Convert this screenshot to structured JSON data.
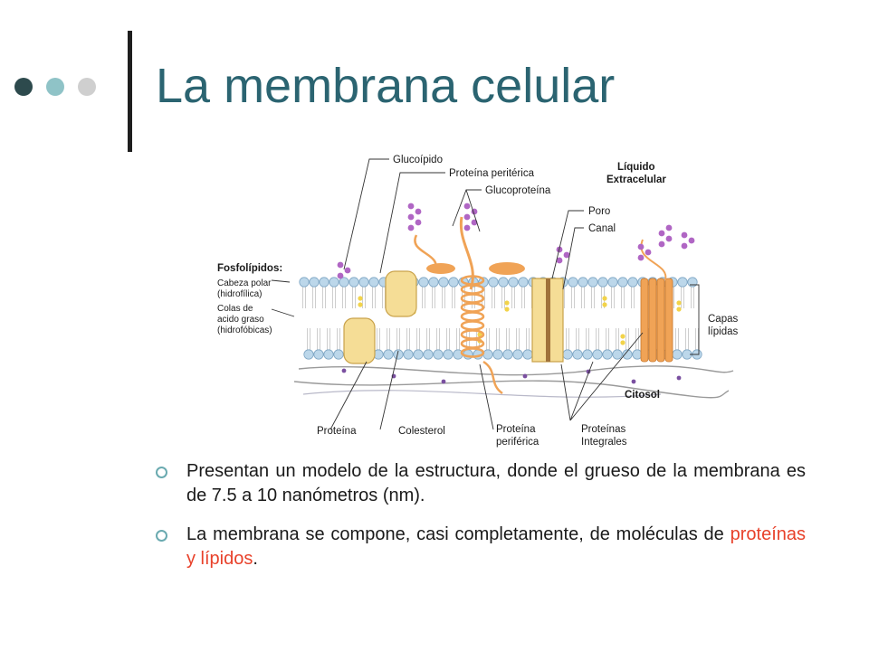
{
  "slide": {
    "title": "La membrana celular"
  },
  "diagram": {
    "labels": {
      "glucolipido": "Glucoípido",
      "proteina_periferica_top": "Proteína peritérica",
      "glucoproteina": "Glucoproteína",
      "liquido_1": "Líquido",
      "liquido_2": "Extracelular",
      "poro": "Poro",
      "canal": "Canal",
      "fosfolipidos": "Fosfolípidos:",
      "cabeza_1": "Cabeza polar",
      "cabeza_2": "(hidrofílica)",
      "colas_1": "Colas de",
      "colas_2": "acido graso",
      "colas_3": "(hidrofóbicas)",
      "capas_1": "Capas",
      "capas_2": "lípidas",
      "citosol": "Citosol",
      "proteina": "Proteína",
      "colesterol": "Colesterol",
      "proteina_periferica_b1": "Proteína",
      "proteina_periferica_b2": "periférica",
      "proteinas_integrales_1": "Proteínas",
      "proteinas_integrales_2": "Integrales"
    },
    "colors": {
      "head": "#bcd7ea",
      "head_stroke": "#7fa6c4",
      "protein": "#f5dd96",
      "protein_stroke": "#c9a24a",
      "helix": "#f0a356",
      "sugar": "#b066c4"
    }
  },
  "bullets": [
    {
      "text": "Presentan un modelo de la estructura, donde el grueso de la membrana es de 7.5 a 10 nanómetros (nm).",
      "highlight": ""
    },
    {
      "text": "La membrana se compone, casi completamente, de moléculas de ",
      "highlight": "proteínas y lípidos",
      "tail": "."
    }
  ]
}
